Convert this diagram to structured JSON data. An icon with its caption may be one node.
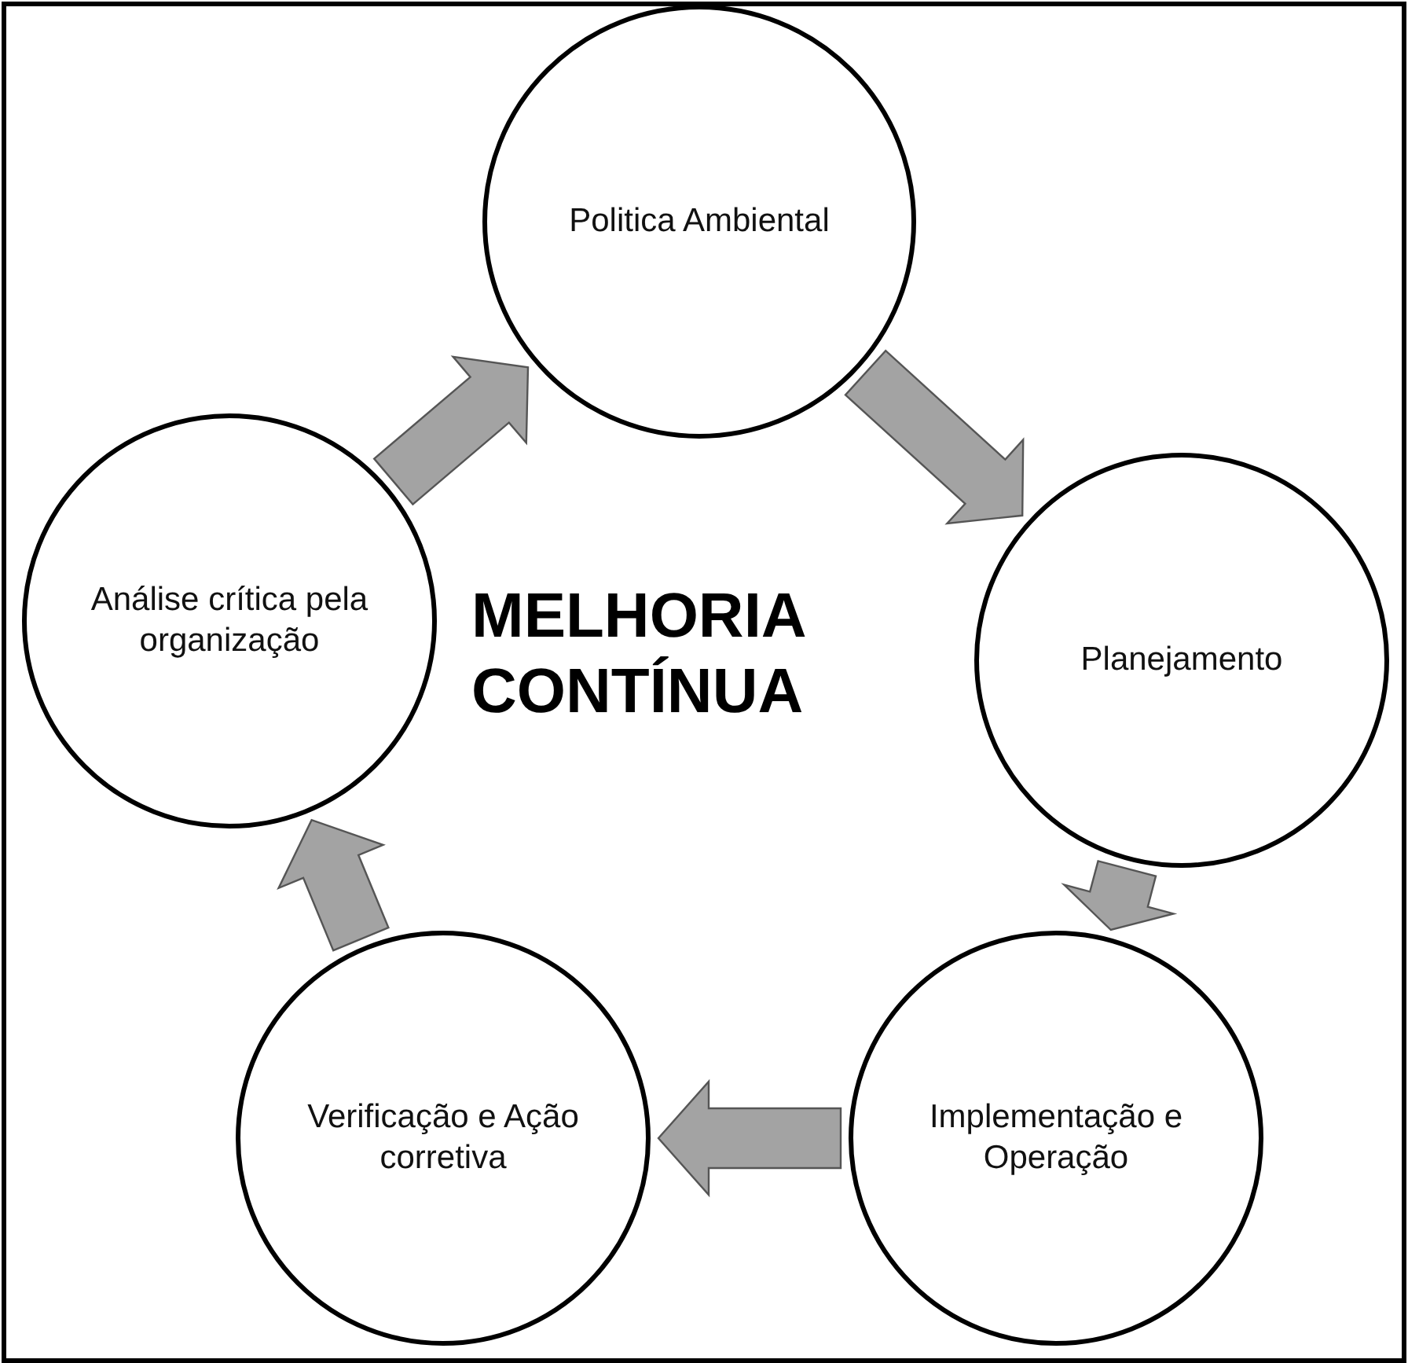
{
  "diagram": {
    "nodes": [
      {
        "text": [
          "Politica Ambiental"
        ]
      },
      {
        "text": [
          "Análise crítica pela organização"
        ]
      },
      {
        "text": [
          "Planejamento"
        ]
      },
      {
        "text": [
          "Verificação e Ação corretiva"
        ]
      },
      {
        "text": [
          "Implementação e Operação"
        ]
      }
    ],
    "edges": [
      {
        "from": 0,
        "to": 2,
        "arrow": "to"
      },
      {
        "from": 2,
        "to": 4,
        "arrow": "to"
      },
      {
        "from": 4,
        "to": 3,
        "arrow": "to"
      },
      {
        "from": 3,
        "to": 1,
        "arrow": "to"
      },
      {
        "from": 1,
        "to": 0,
        "arrow": "to"
      }
    ],
    "labels": [
      "MELHORIA CONTÍNUA"
    ]
  }
}
